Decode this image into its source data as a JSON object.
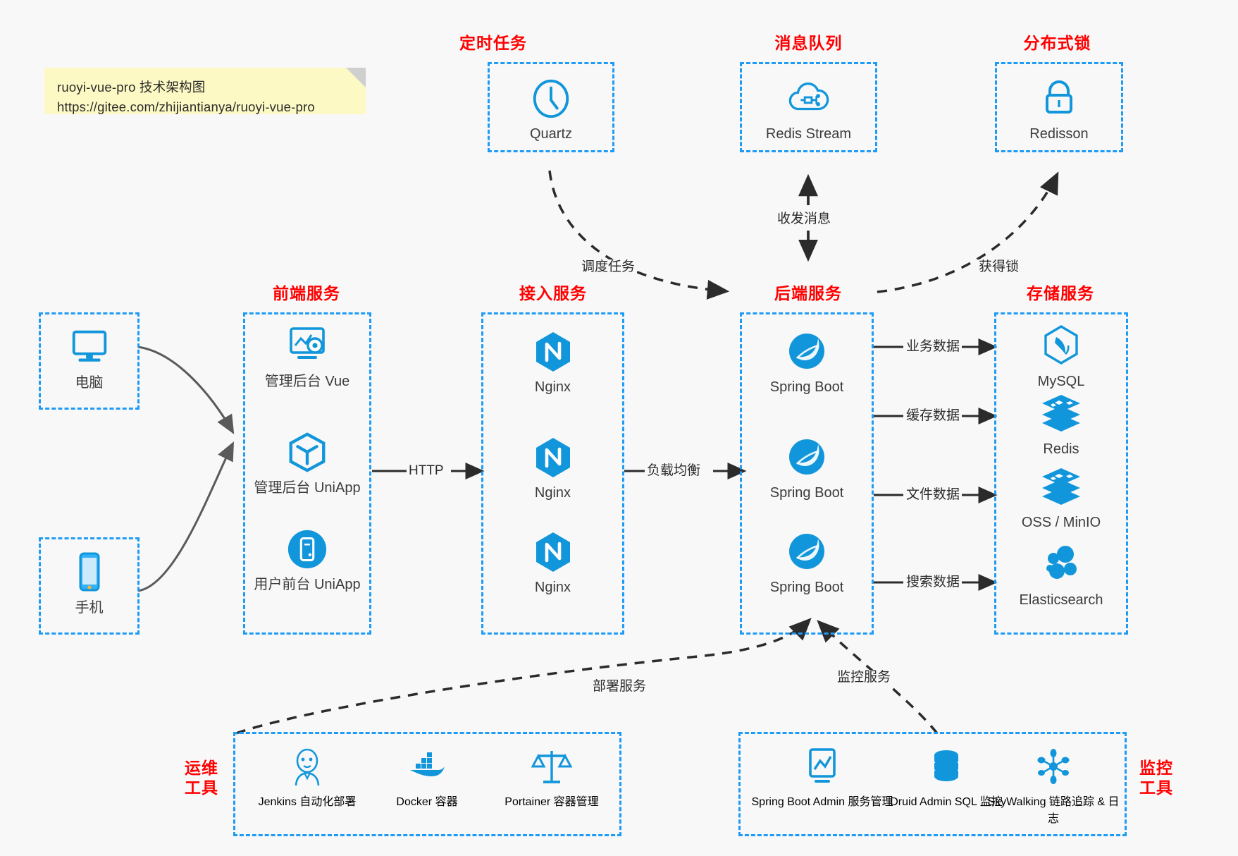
{
  "note": {
    "line1": "ruoyi-vue-pro 技术架构图",
    "line2": "https://gitee.com/zhijiantianya/ruoyi-vue-pro"
  },
  "colors": {
    "box_border": "#1e9bf5",
    "group_title": "#ff0000",
    "icon_blue": "#1296db",
    "note_bg": "#fdf9c4",
    "canvas_bg": "#f8f8f8",
    "edge": "#2b2b2b"
  },
  "groups": {
    "scheduler": {
      "title": "定时任务",
      "nodes": [
        {
          "label": "Quartz",
          "icon": "clock-icon"
        }
      ]
    },
    "mq": {
      "title": "消息队列",
      "nodes": [
        {
          "label": "Redis Stream",
          "icon": "cloud-node-icon"
        }
      ]
    },
    "lock": {
      "title": "分布式锁",
      "nodes": [
        {
          "label": "Redisson",
          "icon": "padlock-icon"
        }
      ]
    },
    "clients": {
      "pc": {
        "label": "电脑",
        "icon": "desktop-icon"
      },
      "mobile": {
        "label": "手机",
        "icon": "smartphone-icon"
      }
    },
    "frontend": {
      "title": "前端服务",
      "nodes": [
        {
          "label": "管理后台 Vue",
          "icon": "dashboard-gear-icon"
        },
        {
          "label": "管理后台 UniApp",
          "icon": "cube-icon"
        },
        {
          "label": "用户前台 UniApp",
          "icon": "mobile-circle-icon"
        }
      ]
    },
    "gateway": {
      "title": "接入服务",
      "nodes": [
        {
          "label": "Nginx",
          "icon": "nginx-icon"
        },
        {
          "label": "Nginx",
          "icon": "nginx-icon"
        },
        {
          "label": "Nginx",
          "icon": "nginx-icon"
        }
      ]
    },
    "backend": {
      "title": "后端服务",
      "nodes": [
        {
          "label": "Spring Boot",
          "icon": "spring-leaf-icon"
        },
        {
          "label": "Spring Boot",
          "icon": "spring-leaf-icon"
        },
        {
          "label": "Spring Boot",
          "icon": "spring-leaf-icon"
        }
      ]
    },
    "storage": {
      "title": "存储服务",
      "nodes": [
        {
          "label": "MySQL",
          "icon": "mysql-dolphin-icon"
        },
        {
          "label": "Redis",
          "icon": "redis-stack-icon"
        },
        {
          "label": "OSS / MinIO",
          "icon": "redis-stack-icon"
        },
        {
          "label": "Elasticsearch",
          "icon": "elasticsearch-icon"
        }
      ]
    },
    "devops": {
      "title_line1": "运维",
      "title_line2": "工具",
      "nodes": [
        {
          "label": "Jenkins",
          "sublabel": "自动化部署",
          "icon": "jenkins-butler-icon"
        },
        {
          "label": "Docker",
          "sublabel": "容器",
          "icon": "docker-whale-icon"
        },
        {
          "label": "Portainer",
          "sublabel": "容器管理",
          "icon": "scales-icon"
        }
      ]
    },
    "monitor": {
      "title_line1": "监控",
      "title_line2": "工具",
      "nodes": [
        {
          "label": "Spring Boot Admin",
          "sublabel": "服务管理",
          "icon": "monitor-chart-icon"
        },
        {
          "label": "Druid Admin",
          "sublabel": "SQL 监控",
          "icon": "database-icon"
        },
        {
          "label": "SkyWalking",
          "sublabel": "链路追踪 & 日志",
          "icon": "skywalking-nodes-icon"
        }
      ]
    }
  },
  "edges": {
    "http": "HTTP",
    "load_balance": "负载均衡",
    "schedule_task": "调度任务",
    "send_receive_msg": "收发消息",
    "acquire_lock": "获得锁",
    "business_data": "业务数据",
    "cache_data": "缓存数据",
    "file_data": "文件数据",
    "search_data": "搜索数据",
    "deploy_service": "部署服务",
    "monitor_service": "监控服务"
  }
}
